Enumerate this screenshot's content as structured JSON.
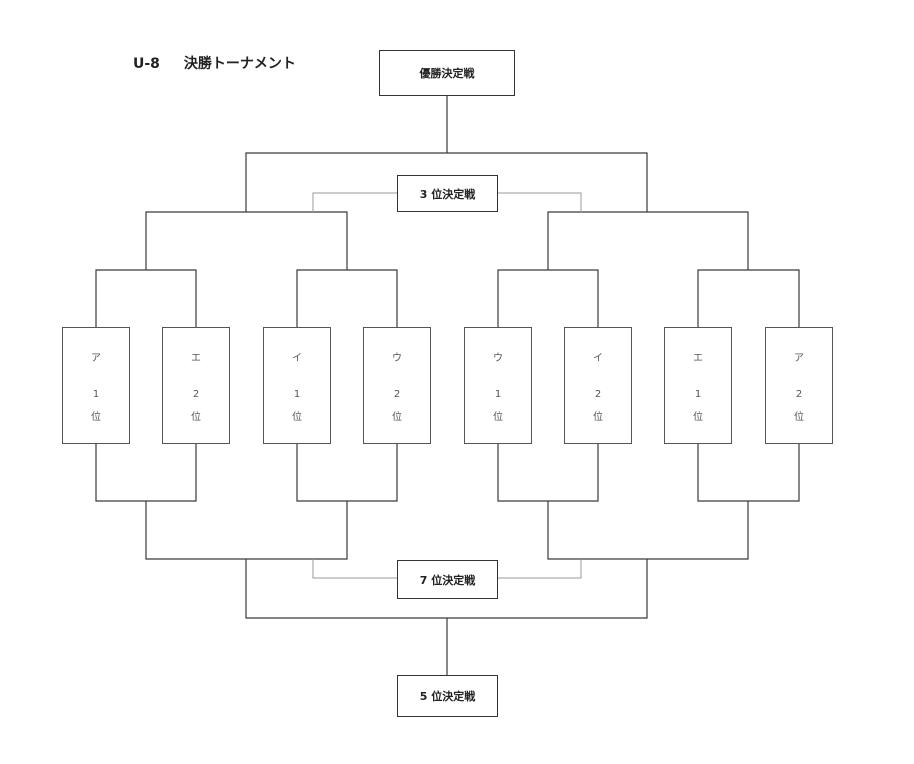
{
  "title": {
    "code": "U-8",
    "name": "決勝トーナメント"
  },
  "matches": {
    "final": "優勝決定戦",
    "third_place": "3 位決定戦",
    "seventh_place": "7 位決定戦",
    "fifth_place": "5 位決定戦"
  },
  "teams": [
    {
      "group": "ア",
      "rank": "1",
      "suffix": "位"
    },
    {
      "group": "エ",
      "rank": "2",
      "suffix": "位"
    },
    {
      "group": "イ",
      "rank": "1",
      "suffix": "位"
    },
    {
      "group": "ウ",
      "rank": "2",
      "suffix": "位"
    },
    {
      "group": "ウ",
      "rank": "1",
      "suffix": "位"
    },
    {
      "group": "イ",
      "rank": "2",
      "suffix": "位"
    },
    {
      "group": "エ",
      "rank": "1",
      "suffix": "位"
    },
    {
      "group": "ア",
      "rank": "2",
      "suffix": "位"
    }
  ]
}
